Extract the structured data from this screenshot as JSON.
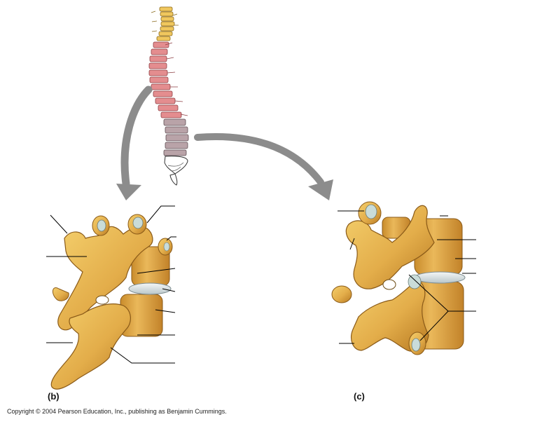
{
  "figure": {
    "panels": [
      {
        "id": "b",
        "label": "(b)"
      },
      {
        "id": "c",
        "label": "(c)"
      }
    ],
    "copyright": "Copyright © 2004 Pearson Education, Inc., publishing as Benjamin Cummings.",
    "colors": {
      "cervical": "#f0c75e",
      "thoracic": "#e48d8f",
      "lumbar": "#b9a3a8",
      "sacrum": "#ffffff",
      "bone": "#e3ad4a",
      "bone_shadow": "#b0741e",
      "cartilage": "#c9dcd9",
      "disc": "#dfe6e8",
      "arrow": "#8c8c8c",
      "leader_line": "#000000"
    }
  }
}
